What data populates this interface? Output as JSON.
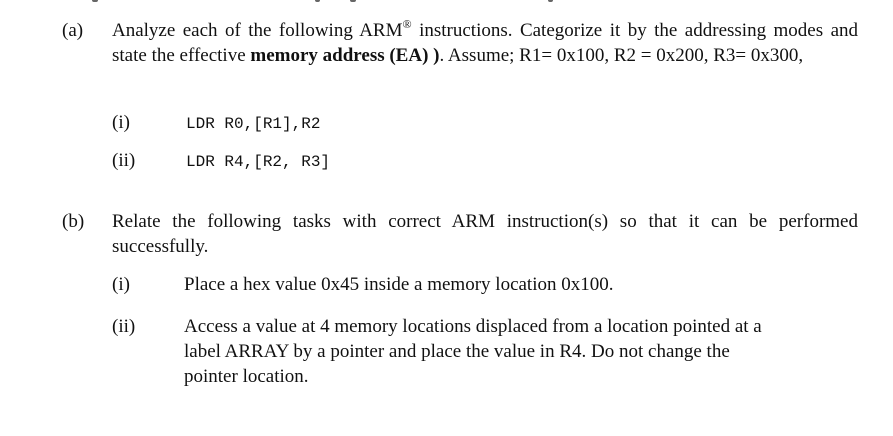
{
  "question_a": {
    "label": "(a)",
    "text_pre": "Analyze each of the following ARM",
    "registered_mark": "®",
    "text_mid": " instructions. Categorize it by the addressing modes and state the effective ",
    "bold_phrase": "memory address (EA) )",
    "text_post": ". Assume; R1= 0x100, R2 = 0x200, R3= 0x300,",
    "items": [
      {
        "label": "(i)",
        "code": "LDR R0,[R1],R2"
      },
      {
        "label": "(ii)",
        "code": "LDR R4,[R2, R3]"
      }
    ]
  },
  "question_b": {
    "label": "(b)",
    "text": "Relate the following tasks with correct ARM instruction(s) so that it can be performed successfully.",
    "items": [
      {
        "label": "(i)",
        "text": "Place a hex value 0x45 inside a memory location 0x100."
      },
      {
        "label": "(ii)",
        "text": "Access a value at 4 memory locations displaced from a location pointed at a label ARRAY by a pointer and place the value in R4. Do not change the pointer location."
      }
    ]
  }
}
